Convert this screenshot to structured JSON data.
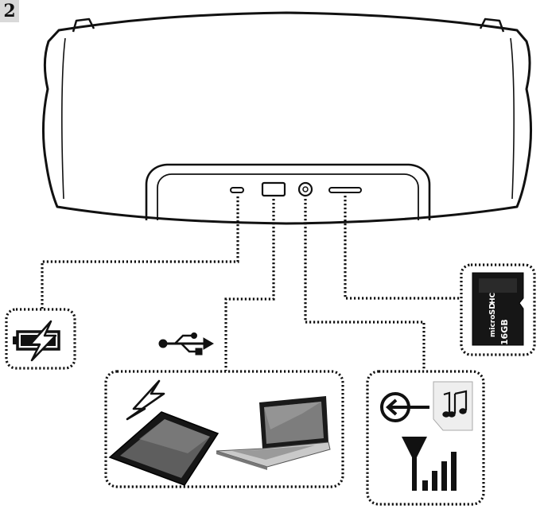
{
  "step_number": "2",
  "sd_card": {
    "line1": "micro",
    "line2": "SD",
    "line3": "HC",
    "capacity": "16GB"
  },
  "icons": {
    "charge": "battery-charge-icon",
    "usb": "usb-icon",
    "devices": "tablet-laptop-icon",
    "aux": "aux-input-icon",
    "music": "music-note-icon",
    "antenna": "antenna-signal-icon",
    "sd": "microsd-card-icon"
  }
}
